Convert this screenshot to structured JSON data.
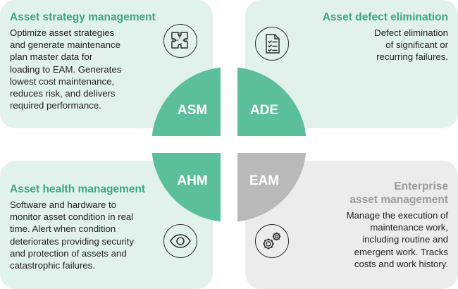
{
  "colors": {
    "accent_green": "#5cbf9b",
    "title_green": "#3aa883",
    "card_green_bg": "#e1f1ec",
    "card_gray_bg": "#ececec",
    "gray_quadrant": "#b9b9b9",
    "gray_title": "#9a9a9a"
  },
  "quadrants": {
    "asm": "ASM",
    "ade": "ADE",
    "ahm": "AHM",
    "eam": "EAM"
  },
  "cards": {
    "asm": {
      "title": "Asset strategy management",
      "body": "Optimize asset strategies\nand generate maintenance\nplan master data for\nloading to EAM. Generates\nlowest cost maintenance,\nreduces risk, and delivers\nrequired performance.",
      "icon": "puzzle-icon"
    },
    "ade": {
      "title": "Asset defect elimination",
      "body": "Defect elimination\nof significant or\nrecurring failures.",
      "icon": "checklist-icon"
    },
    "ahm": {
      "title": "Asset health management",
      "body": "Software and hardware to\nmonitor asset condition in real\ntime. Alert when condition\ndeteriorates providing security\nand protection of assets and\ncatastrophic failures.",
      "icon": "eye-icon"
    },
    "eam": {
      "title": "Enterprise\nasset management",
      "body": "Manage the execution of\nmaintenance work,\nincluding routine and\nemergent work. Tracks\ncosts and work history.",
      "icon": "gears-icon"
    }
  }
}
